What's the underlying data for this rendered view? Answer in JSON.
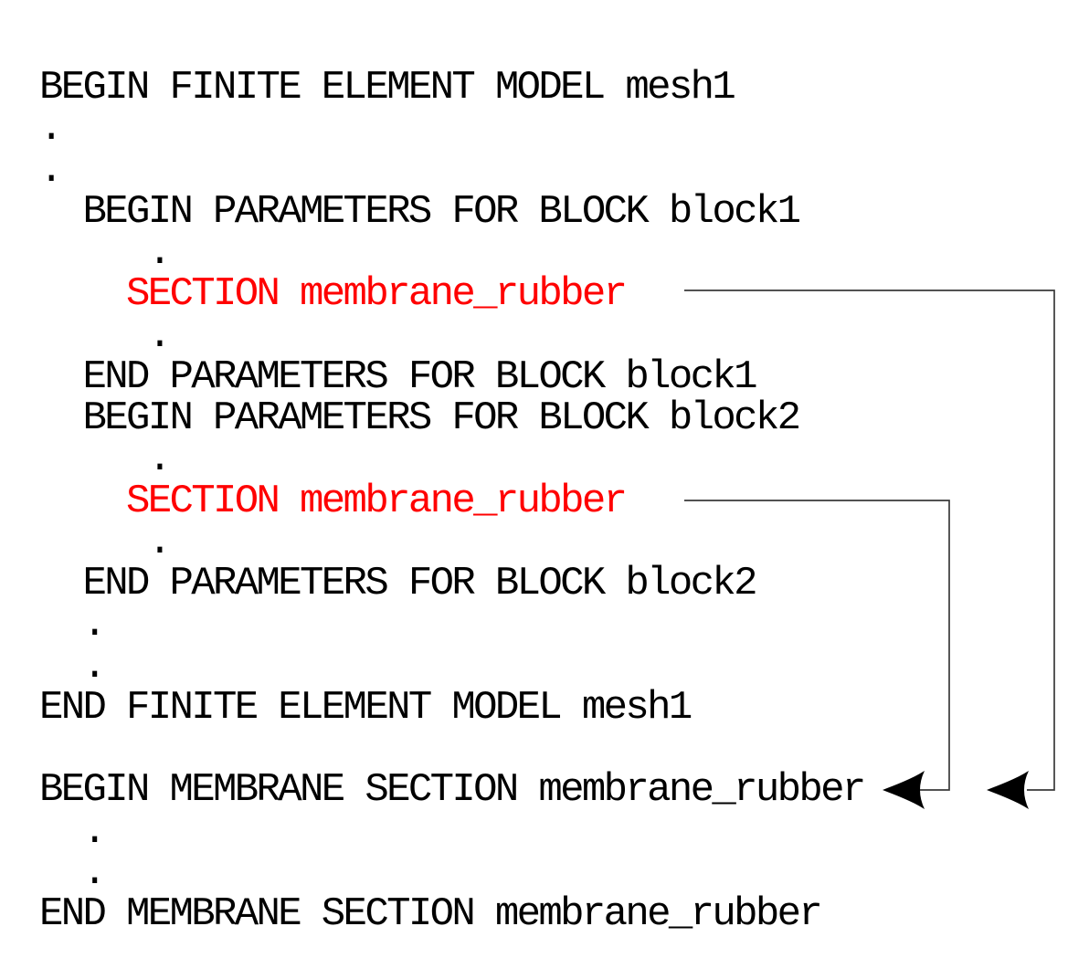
{
  "diagram": {
    "description": "Finite element model input listing: SECTION commands inside block parameter groups reference the membrane section definition",
    "text_color": "#000000",
    "highlight_color": "#ff0000",
    "connector_color": "#3a3a3a",
    "arrow_color": "#000000",
    "code_lines": [
      {
        "text": "BEGIN FINITE ELEMENT MODEL mesh1",
        "highlight": false
      },
      {
        "text": ".",
        "highlight": false
      },
      {
        "text": ".",
        "highlight": false
      },
      {
        "text": "  BEGIN PARAMETERS FOR BLOCK block1",
        "highlight": false
      },
      {
        "text": "     .",
        "highlight": false
      },
      {
        "text": "    SECTION membrane_rubber",
        "highlight": true
      },
      {
        "text": "     .",
        "highlight": false
      },
      {
        "text": "  END PARAMETERS FOR BLOCK block1",
        "highlight": false
      },
      {
        "text": "  BEGIN PARAMETERS FOR BLOCK block2",
        "highlight": false
      },
      {
        "text": "     .",
        "highlight": false
      },
      {
        "text": "    SECTION membrane_rubber",
        "highlight": true
      },
      {
        "text": "     .",
        "highlight": false
      },
      {
        "text": "  END PARAMETERS FOR BLOCK block2",
        "highlight": false
      },
      {
        "text": "  .",
        "highlight": false
      },
      {
        "text": "  .",
        "highlight": false
      },
      {
        "text": "END FINITE ELEMENT MODEL mesh1",
        "highlight": false
      },
      {
        "text": "",
        "highlight": false
      },
      {
        "text": "BEGIN MEMBRANE SECTION membrane_rubber",
        "highlight": false
      },
      {
        "text": "  .",
        "highlight": false
      },
      {
        "text": "  .",
        "highlight": false
      },
      {
        "text": "END MEMBRANE SECTION membrane_rubber",
        "highlight": false
      }
    ],
    "connectors": [
      {
        "from": "SECTION membrane_rubber (block1)",
        "to": "BEGIN MEMBRANE SECTION membrane_rubber"
      },
      {
        "from": "SECTION membrane_rubber (block2)",
        "to": "BEGIN MEMBRANE SECTION membrane_rubber"
      }
    ]
  }
}
